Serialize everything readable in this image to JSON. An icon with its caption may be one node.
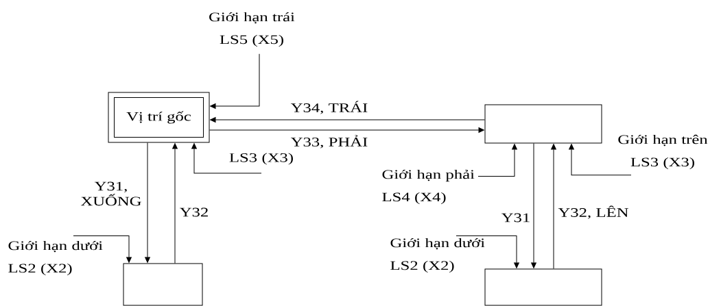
{
  "diagram": {
    "nodes": [
      {
        "text": [
          "Vị trí gốc"
        ]
      },
      {
        "text": [],
        "shape": "box"
      },
      {
        "text": [],
        "shape": "box"
      },
      {
        "text": [],
        "shape": "box"
      },
      {
        "text": [
          "Giới hạn trái LS5 (X5)"
        ]
      },
      {
        "text": [
          "LS3 (X3)"
        ]
      },
      {
        "text": [
          "Giới hạn dưới LS2 (X2)"
        ]
      },
      {
        "text": [
          "Giới hạn phải LS4 (X4)"
        ]
      },
      {
        "text": [
          "Giới hạn trên LS3 (X3)"
        ]
      },
      {
        "text": [
          "Giới hạn dưới LS2 (X2)"
        ]
      }
    ],
    "edges": [
      {
        "from": 1,
        "to": 0,
        "arrow": "to",
        "label": "Y34, TRÁI"
      },
      {
        "from": 0,
        "to": 1,
        "arrow": "to",
        "label": "Y33, PHẢI"
      },
      {
        "from": 4,
        "to": 0,
        "arrow": "to"
      },
      {
        "from": 0,
        "to": 2,
        "arrow": "to",
        "label": "Y31, XUỐNG"
      },
      {
        "from": 2,
        "to": 0,
        "arrow": "to",
        "label": "Y32"
      },
      {
        "from": 5,
        "to": 0,
        "arrow": "to"
      },
      {
        "from": 6,
        "to": 2,
        "arrow": "to"
      },
      {
        "from": 7,
        "to": 1,
        "arrow": "to"
      },
      {
        "from": 1,
        "to": 3,
        "arrow": "to",
        "label": "Y31"
      },
      {
        "from": 3,
        "to": 1,
        "arrow": "to",
        "label": "Y32, LÊN"
      },
      {
        "from": 8,
        "to": 1,
        "arrow": "to"
      },
      {
        "from": 9,
        "to": 3,
        "arrow": "to"
      }
    ]
  }
}
